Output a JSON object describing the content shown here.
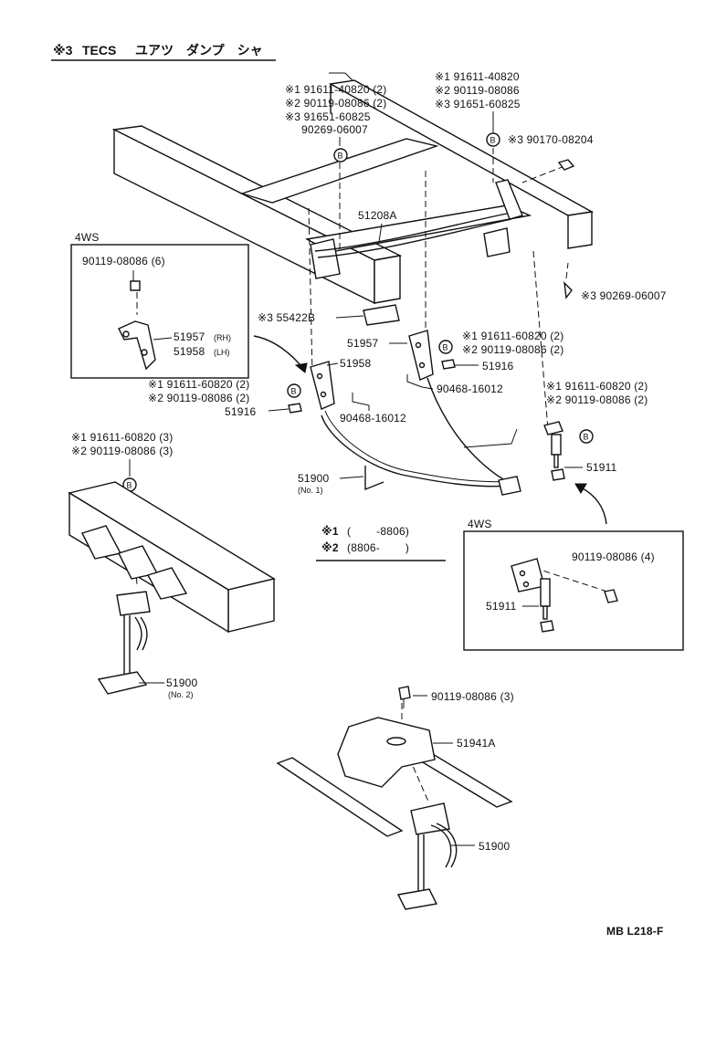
{
  "header": {
    "mark": "※3",
    "title": "TECS",
    "subtitle": "ユアツ　ダンプ　シャ"
  },
  "footer_code": "MB  L218-F",
  "circle_mark": "B",
  "legend": {
    "rows": [
      {
        "mark": "※1",
        "range": "(　　 -8806)"
      },
      {
        "mark": "※2",
        "range": "(8806-　　 )"
      }
    ]
  },
  "callouts": {
    "top_center": [
      "※1 91611-40820 (2)",
      "※2 90119-08086 (2)",
      "※3 91651-60825",
      "90269-06007"
    ],
    "top_right": [
      "※1 91611-40820",
      "※2 90119-08086",
      "※3 91651-60825"
    ],
    "right_top": "※3 90170-08204",
    "right_mid": "※3 90269-06007",
    "p51208a": "51208A",
    "p55422b": "※3 55422B",
    "p51957_center": "51957",
    "center_right_pair": [
      "※1 91611-60820 (2)",
      "※2 90119-08086 (2)"
    ],
    "p51916_right": "51916",
    "p90468_right": "90468-16012",
    "right_pair": [
      "※1 91611-60820 (2)",
      "※2 90119-08086 (2)"
    ],
    "p51958": "51958",
    "left_pair": [
      "※1 91611-60820 (2)",
      "※2 90119-08086 (2)"
    ],
    "p51916_left": "51916",
    "p90468_left": "90468-16012",
    "p51911": "51911",
    "p51900_no1": "51900",
    "p51900_no1_sub": "(No. 1)",
    "lower_left_pair": [
      "※1 91611-60820 (3)",
      "※2 90119-08086 (3)"
    ],
    "p51900_no2": "51900",
    "p51900_no2_sub": "(No. 2)",
    "bottom_bolt": "90119-08086 (3)",
    "p51941a": "51941A",
    "p51900_bottom": "51900"
  },
  "inset_left": {
    "label": "4WS",
    "bolt": "90119-08086 (6)",
    "p51957": "51957",
    "p51957_side": "(RH)",
    "p51958": "51958",
    "p51958_side": "(LH)"
  },
  "inset_right": {
    "label": "4WS",
    "bolt": "90119-08086 (4)",
    "p51911": "51911"
  }
}
